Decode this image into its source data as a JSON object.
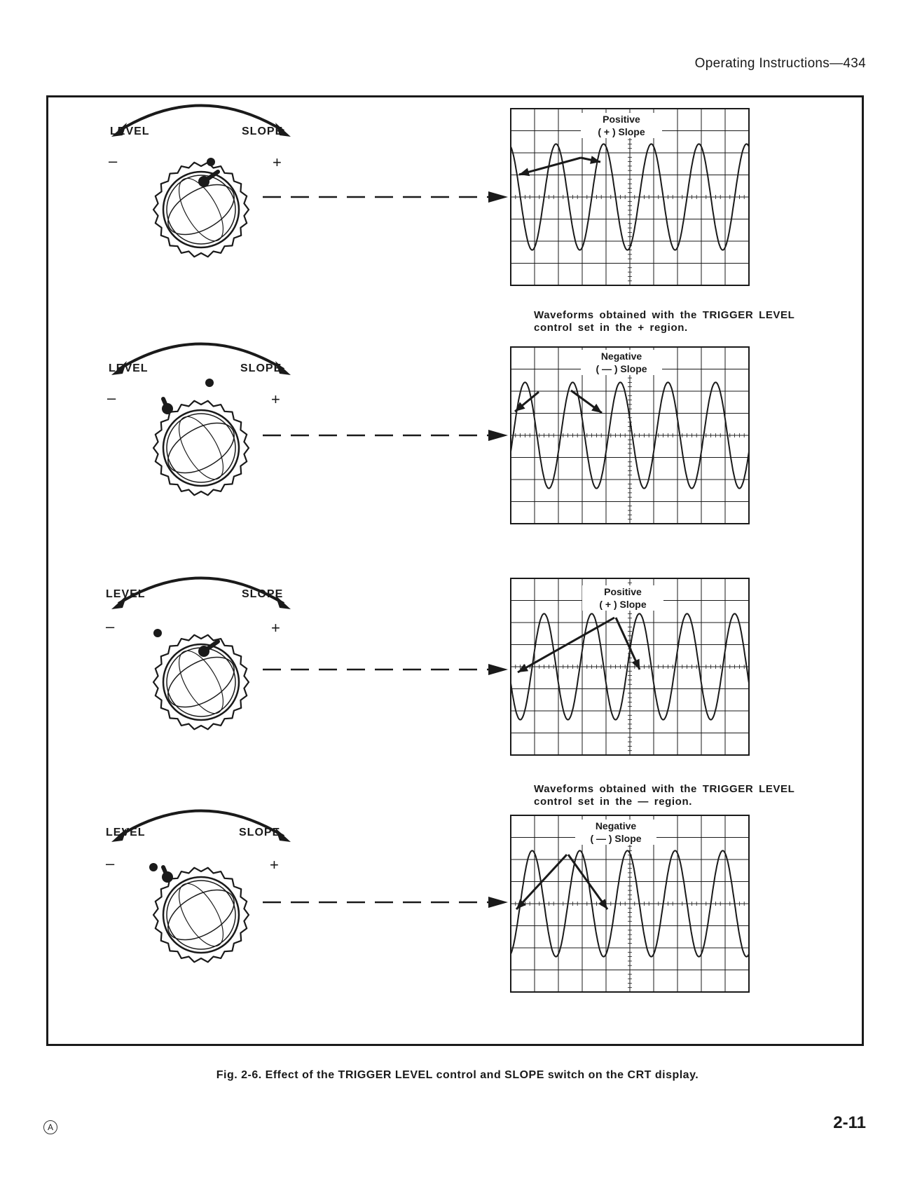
{
  "header": {
    "title": "Operating Instructions—434"
  },
  "panels": [
    {
      "knob": {
        "level_label": "LEVEL",
        "slope_label": "SLOPE",
        "minus": "–",
        "plus": "+"
      },
      "screen": {
        "annotation_line1": "Positive",
        "annotation_line2": "( + )  Slope"
      },
      "caption": "Waveforms obtained with the TRIGGER LEVEL control set in the + region."
    },
    {
      "knob": {
        "level_label": "LEVEL",
        "slope_label": "SLOPE",
        "minus": "–",
        "plus": "+"
      },
      "screen": {
        "annotation_line1": "Negative",
        "annotation_line2": "( — )  Slope"
      },
      "caption": ""
    },
    {
      "knob": {
        "level_label": "LEVEL",
        "slope_label": "SLOPE",
        "minus": "–",
        "plus": "+"
      },
      "screen": {
        "annotation_line1": "Positive",
        "annotation_line2": "( + )  Slope"
      },
      "caption": "Waveforms obtained with the TRIGGER LEVEL control set in the — region."
    },
    {
      "knob": {
        "level_label": "LEVEL",
        "slope_label": "SLOPE",
        "minus": "–",
        "plus": "+"
      },
      "screen": {
        "annotation_line1": "Negative",
        "annotation_line2": "( — )  Slope"
      },
      "caption": ""
    }
  ],
  "figure_caption": "Fig. 2-6.  Effect of the TRIGGER LEVEL control and SLOPE switch on the CRT display.",
  "footer": {
    "page_number": "2-11",
    "mark": "A"
  }
}
